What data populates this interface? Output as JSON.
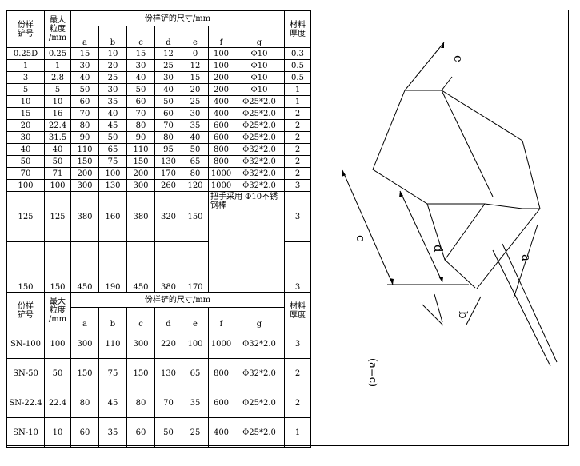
{
  "table1": {
    "col_header_code": "份样\n铲号",
    "col_header_grain": "最大\n粒度\n/mm",
    "group_title": "份样铲的尺寸/mm",
    "col_header_thick": "材料\n厚度",
    "dims": [
      "a",
      "b",
      "c",
      "d",
      "e",
      "f",
      "g"
    ],
    "rows": [
      [
        "0.25D",
        "0.25",
        "15",
        "10",
        "15",
        "12",
        "0",
        "100",
        "Φ10",
        "0.3"
      ],
      [
        "1",
        "1",
        "30",
        "20",
        "30",
        "25",
        "12",
        "100",
        "Φ10",
        "0.5"
      ],
      [
        "3",
        "2.8",
        "40",
        "25",
        "40",
        "30",
        "15",
        "200",
        "Φ10",
        "0.5"
      ],
      [
        "5",
        "5",
        "50",
        "30",
        "50",
        "40",
        "20",
        "200",
        "Φ10",
        "1"
      ],
      [
        "10",
        "10",
        "60",
        "35",
        "60",
        "50",
        "25",
        "400",
        "Φ25*2.0",
        "1"
      ],
      [
        "15",
        "16",
        "70",
        "40",
        "70",
        "60",
        "30",
        "400",
        "Φ25*2.0",
        "2"
      ],
      [
        "20",
        "22.4",
        "80",
        "45",
        "80",
        "70",
        "35",
        "600",
        "Φ25*2.0",
        "2"
      ],
      [
        "30",
        "31.5",
        "90",
        "50",
        "90",
        "80",
        "40",
        "600",
        "Φ25*2.0",
        "2"
      ],
      [
        "40",
        "40",
        "110",
        "65",
        "110",
        "95",
        "50",
        "800",
        "Φ32*2.0",
        "2"
      ],
      [
        "50",
        "50",
        "150",
        "75",
        "150",
        "130",
        "65",
        "800",
        "Φ32*2.0",
        "2"
      ],
      [
        "70",
        "71",
        "200",
        "100",
        "200",
        "170",
        "80",
        "1000",
        "Φ32*2.0",
        "2"
      ],
      [
        "100",
        "100",
        "300",
        "130",
        "300",
        "260",
        "120",
        "1000",
        "Φ32*2.0",
        "3"
      ]
    ],
    "big_rows": [
      [
        "125",
        "125",
        "380",
        "160",
        "380",
        "320",
        "150",
        "",
        "3"
      ],
      [
        "150",
        "150",
        "450",
        "190",
        "450",
        "380",
        "170",
        "",
        "3"
      ]
    ],
    "handle_note": "把手采用 Φ10不锈钢棒"
  },
  "table2": {
    "col_header_code": "份样\n铲号",
    "col_header_grain": "最大\n粒度\n/mm",
    "group_title": "份样铲的尺寸/mm",
    "col_header_thick": "材料\n厚度",
    "dims": [
      "a",
      "b",
      "c",
      "d",
      "e",
      "f",
      "g"
    ],
    "rows": [
      [
        "SN-100",
        "100",
        "300",
        "110",
        "300",
        "220",
        "100",
        "1000",
        "Φ32*2.0",
        "3"
      ],
      [
        "SN-50",
        "50",
        "150",
        "75",
        "150",
        "130",
        "65",
        "800",
        "Φ32*2.0",
        "2"
      ],
      [
        "SN-22.4",
        "22.4",
        "80",
        "45",
        "80",
        "70",
        "35",
        "600",
        "Φ25*2.0",
        "2"
      ],
      [
        "SN-10",
        "10",
        "60",
        "35",
        "60",
        "50",
        "25",
        "400",
        "Φ25*2.0",
        "1"
      ]
    ]
  },
  "diagram": {
    "label_e": "e",
    "label_c": "c",
    "label_d": "d",
    "label_a": "a",
    "label_b": "b",
    "note": "(a=c)"
  }
}
